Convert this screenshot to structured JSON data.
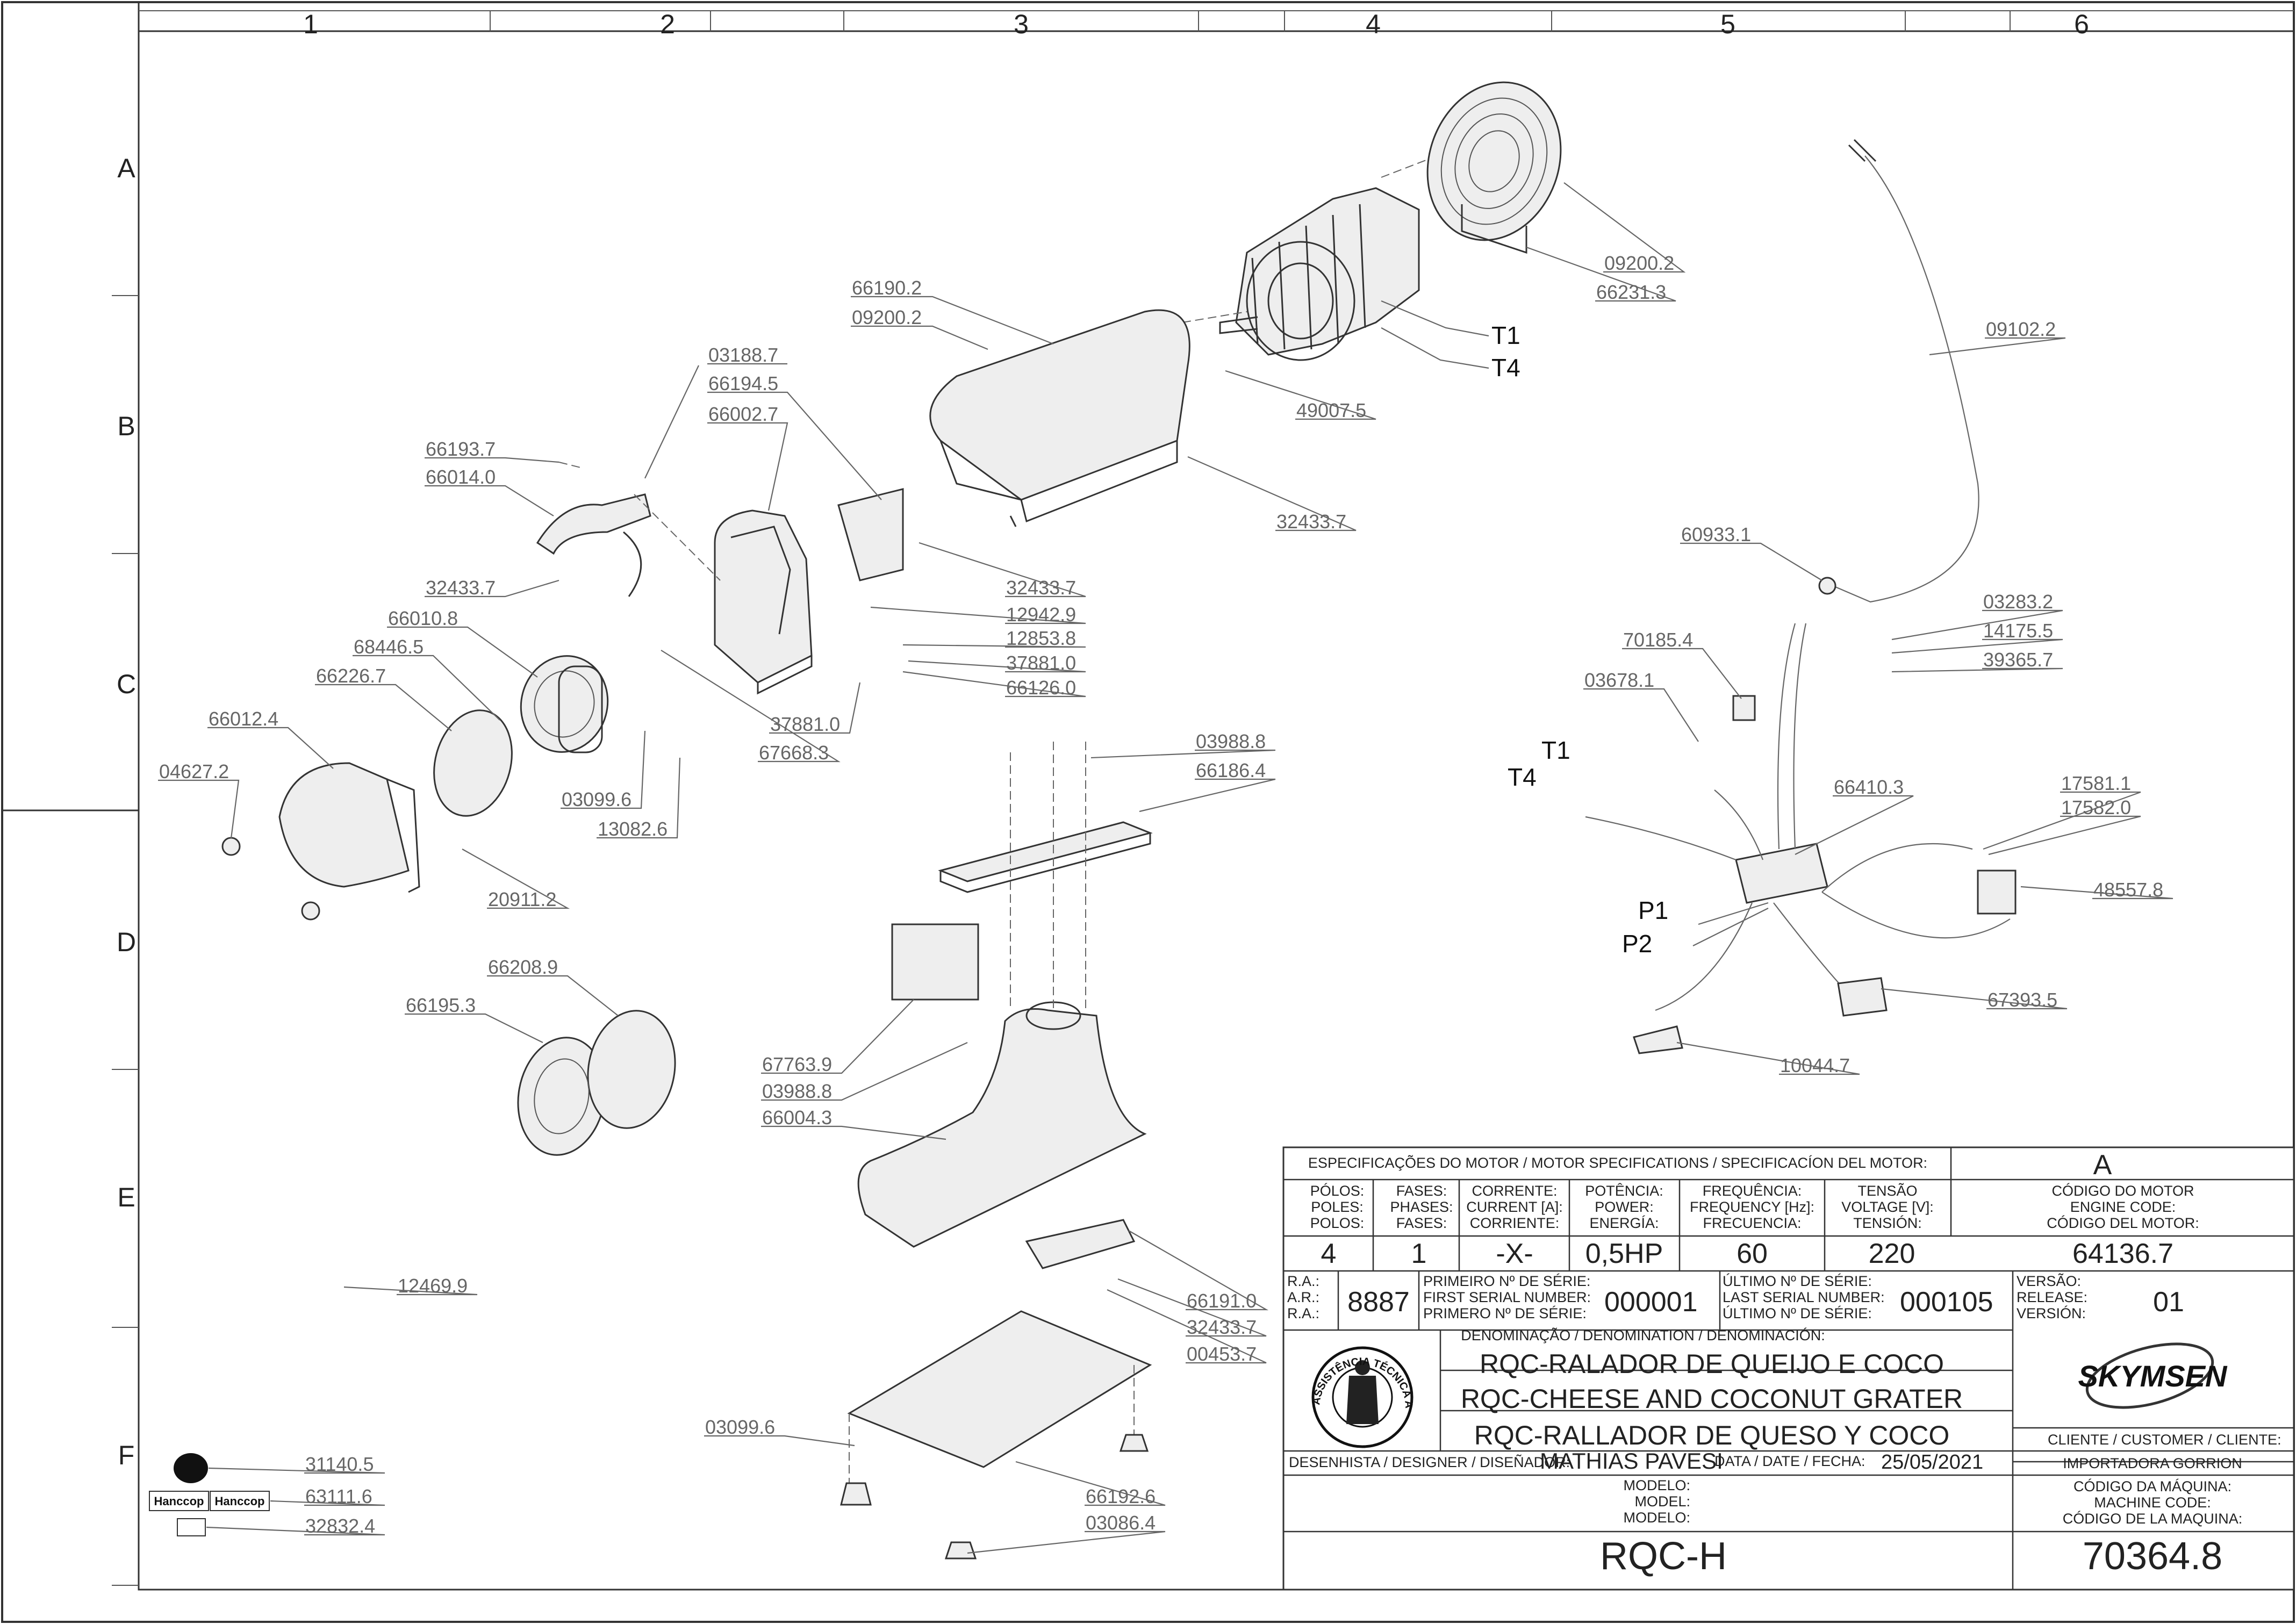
{
  "grid": {
    "columns": [
      "1",
      "2",
      "3",
      "4",
      "5",
      "6"
    ],
    "rows": [
      "A",
      "B",
      "C",
      "D",
      "E",
      "F"
    ]
  },
  "parts": [
    "66190.2",
    "09200.2",
    "03188.7",
    "66194.5",
    "66002.7",
    "66193.7",
    "66014.0",
    "32433.7",
    "66010.8",
    "68446.5",
    "66226.7",
    "66012.4",
    "04627.2",
    "03099.6",
    "13082.6",
    "20911.2",
    "37881.0",
    "67668.3",
    "32433.7",
    "12942.9",
    "12853.8",
    "37881.0",
    "66126.0",
    "09200.2",
    "66231.3",
    "49007.5",
    "32433.7",
    "09102.2",
    "60933.1",
    "03283.2",
    "14175.5",
    "39365.7",
    "70185.4",
    "03678.1",
    "66410.3",
    "17581.1",
    "17582.0",
    "48557.8",
    "67393.5",
    "10044.7",
    "03988.8",
    "66186.4",
    "67763.9",
    "03988.8",
    "66004.3",
    "66208.9",
    "66195.3",
    "12469.9",
    "66191.0",
    "32433.7",
    "00453.7",
    "03099.6",
    "66192.6",
    "03086.4",
    "31140.5",
    "63111.6",
    "32832.4"
  ],
  "wire_labels": [
    "T1",
    "T4",
    "T1",
    "T4",
    "P1",
    "P2"
  ],
  "brand_tags": [
    "Hanccop",
    "Hanccop"
  ],
  "logos": {
    "seal": "ASSISTÊNCIA TÉCNICA AUTORIZADA",
    "brand": "SKYMSEN"
  },
  "title_block": {
    "motor_spec_header": "ESPECIFICAÇÕES DO MOTOR / MOTOR SPECIFICATIONS / SPECIFICACÍON DEL MOTOR:",
    "revision_letter": "A",
    "col_heads": [
      [
        "PÓLOS:",
        "POLES:",
        "POLOS:"
      ],
      [
        "FASES:",
        "PHASES:",
        "FASES:"
      ],
      [
        "CORRENTE:",
        "CURRENT [A]:",
        "CORRIENTE:"
      ],
      [
        "POTÊNCIA:",
        "POWER:",
        "ENERGÍA:"
      ],
      [
        "FREQUÊNCIA:",
        "FREQUENCY [Hz]:",
        "FRECUENCIA:"
      ],
      [
        "TENSÃO",
        "VOLTAGE [V]:",
        "TENSIÓN:"
      ],
      [
        "CÓDIGO DO MOTOR",
        "ENGINE CODE:",
        "CÓDIGO DEL MOTOR:"
      ]
    ],
    "col_values": [
      "4",
      "1",
      "-X-",
      "0,5HP",
      "60",
      "220",
      "64136.7"
    ],
    "ra_labels": [
      "R.A.:",
      "A.R.:",
      "R.A.:"
    ],
    "ra_value": "8887",
    "first_serial_labels": [
      "PRIMEIRO Nº DE SÉRIE:",
      "FIRST SERIAL NUMBER:",
      "PRIMERO Nº DE SÉRIE:"
    ],
    "first_serial": "000001",
    "last_serial_labels": [
      "ÚLTIMO Nº DE SÉRIE:",
      "LAST SERIAL NUMBER:",
      "ÚLTIMO Nº DE SÉRIE:"
    ],
    "last_serial": "000105",
    "version_labels": [
      "VERSÃO:",
      "RELEASE:",
      "VERSIÓN:"
    ],
    "version": "01",
    "denomination_label": "DENOMINAÇÃO / DENOMINATION / DENOMINACIÓN:",
    "denominations": [
      "RQC-RALADOR DE QUEIJO E COCO",
      "RQC-CHEESE AND COCONUT GRATER",
      "RQC-RALLADOR DE QUESO Y COCO"
    ],
    "designer_label": "DESENHISTA / DESIGNER / DISEÑADOR:",
    "designer": "MATHIAS PAVESI",
    "date_label": "DATA / DATE / FECHA:",
    "date": "25/05/2021",
    "client_label": "CLIENTE / CUSTOMER / CLIENTE:",
    "client": "IMPORTADORA GORRION",
    "machine_code_labels": [
      "CÓDIGO DA MÁQUINA:",
      "MACHINE CODE:",
      "CÓDIGO DE LA MAQUINA:"
    ],
    "model_labels": [
      "MODELO:",
      "MODEL:",
      "MODELO:"
    ],
    "model": "RQC-H",
    "machine_code": "70364.8"
  }
}
